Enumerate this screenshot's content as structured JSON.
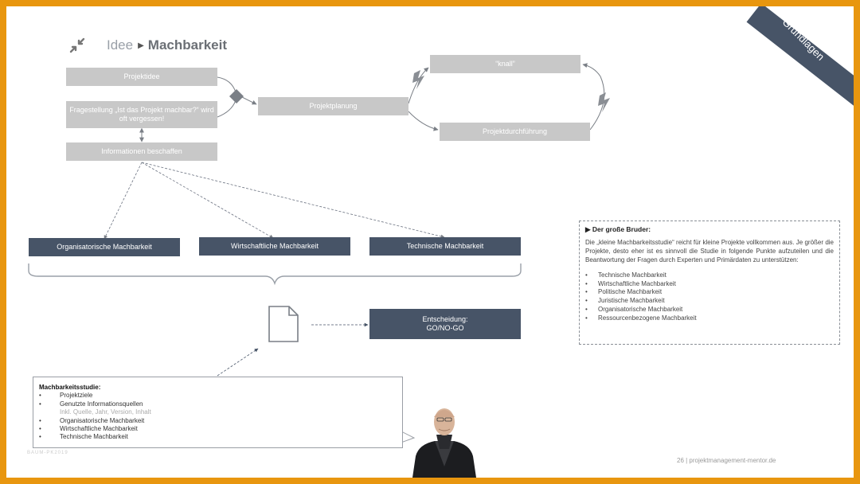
{
  "header": {
    "title_prefix": "Idee",
    "title_main": "Machbarkeit",
    "corner_label": "Grundlagen"
  },
  "flow": {
    "projektidee": "Projektidee",
    "fragestellung": "Fragestellung „Ist das Projekt machbar?“ wird oft vergessen!",
    "informationen": "Informationen beschaffen",
    "projektplanung": "Projektplanung",
    "knall": "“knall”",
    "durchfuehrung": "Projektdurchführung"
  },
  "feasibility": {
    "organisatorisch": "Organisatorische Machbarkeit",
    "wirtschaftlich": "Wirtschaftliche Machbarkeit",
    "technisch": "Technische Machbarkeit",
    "entscheidung_line1": "Entscheidung:",
    "entscheidung_line2": "GO/NO-GO"
  },
  "info_box": {
    "heading": "Der große Bruder:",
    "body": "Die „kleine Machbarkeitsstudie“ reicht für kleine Projekte vollkommen aus. Je größer die Projekte, desto eher ist es sinnvoll die Studie in folgende Punkte aufzuteilen und die Beantwortung der Fragen durch Experten und Primärdaten zu unterstützen:",
    "items": [
      "Technische Machbarkeit",
      "Wirtschaftliche Machbarkeit",
      "Politische Machbarkeit",
      "Juristische Machbarkeit",
      "Organisatorische Machbarkeit",
      "Ressourcenbezogene Machbarkeit"
    ]
  },
  "callout": {
    "heading": "Machbarkeitsstudie:",
    "items": [
      "Projektziele",
      "Genutzte Informationsquellen",
      "Organisatorische Machbarkeit",
      "Wirtschaftliche Machbarkeit",
      "Technische Machbarkeit"
    ],
    "note": "Inkl. Quelle, Jahr, Version, Inhalt"
  },
  "footer": {
    "left": "BAUM-PK2019",
    "right": "26 | projektmanagement-mentor.de"
  },
  "colors": {
    "frame": "#e8960f",
    "dark_box": "#475467",
    "grey_box": "#c8c8c8"
  }
}
